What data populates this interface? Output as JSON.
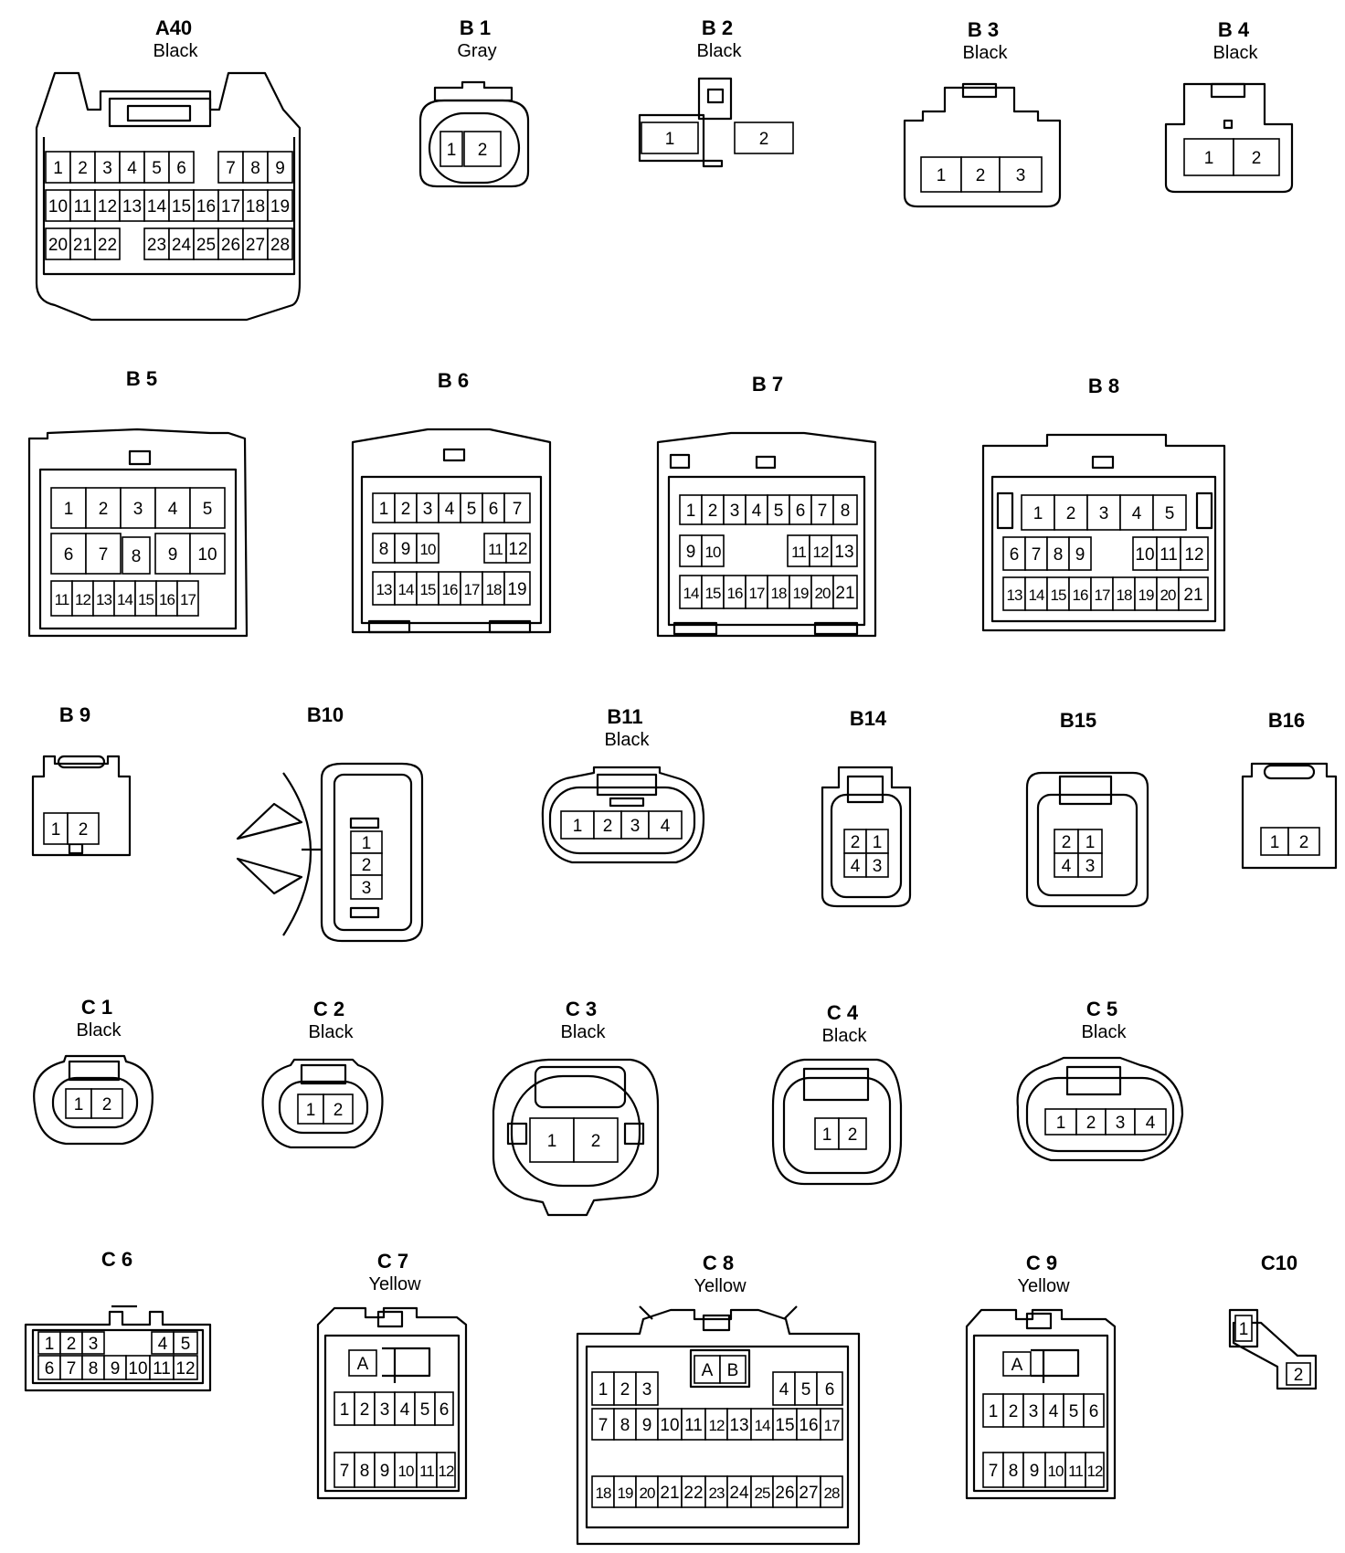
{
  "colors": {
    "line": "#000000",
    "background": "#ffffff"
  },
  "connectors": [
    {
      "id": "A40",
      "color": "Black",
      "rows": [
        [
          "1",
          "2",
          "3",
          "4",
          "5",
          "6",
          "",
          "7",
          "8",
          "9"
        ],
        [
          "10",
          "11",
          "12",
          "13",
          "14",
          "15",
          "16",
          "17",
          "18",
          "19"
        ],
        [
          "20",
          "21",
          "22",
          "",
          "23",
          "24",
          "25",
          "26",
          "27",
          "28"
        ]
      ]
    },
    {
      "id": "B 1",
      "color": "Gray",
      "rows": [
        [
          "1",
          "2"
        ]
      ]
    },
    {
      "id": "B 2",
      "color": "Black",
      "rows": [
        [
          "1",
          "2"
        ]
      ]
    },
    {
      "id": "B 3",
      "color": "Black",
      "rows": [
        [
          "1",
          "2",
          "3"
        ]
      ]
    },
    {
      "id": "B 4",
      "color": "Black",
      "rows": [
        [
          "1",
          "2"
        ]
      ]
    },
    {
      "id": "B 5",
      "color": "",
      "rows": [
        [
          "1",
          "2",
          "3",
          "4",
          "5"
        ],
        [
          "6",
          "7",
          "",
          "8",
          "9"
        ],
        [
          "10",
          "11",
          "12",
          "13",
          "14",
          "15",
          "16",
          "17"
        ]
      ]
    },
    {
      "id": "B 6",
      "color": "",
      "rows": [
        [
          "1",
          "2",
          "3",
          "4",
          "5",
          "6",
          "7"
        ],
        [
          "8",
          "9",
          "10",
          "",
          "11",
          "12"
        ],
        [
          "13",
          "14",
          "15",
          "16",
          "17",
          "18",
          "19"
        ]
      ]
    },
    {
      "id": "B 7",
      "color": "",
      "rows": [
        [
          "1",
          "2",
          "3",
          "4",
          "5",
          "6",
          "7",
          "8"
        ],
        [
          "9",
          "10",
          "",
          "11",
          "12",
          "13"
        ],
        [
          "14",
          "15",
          "16",
          "17",
          "18",
          "19",
          "20",
          "21"
        ]
      ]
    },
    {
      "id": "B 8",
      "color": "",
      "rows": [
        [
          "1",
          "2",
          "3",
          "4",
          "5"
        ],
        [
          "6",
          "7",
          "8",
          "9",
          "",
          "10",
          "11",
          "12"
        ],
        [
          "13",
          "14",
          "15",
          "16",
          "17",
          "18",
          "19",
          "20",
          "21"
        ]
      ]
    },
    {
      "id": "B 9",
      "color": "",
      "rows": [
        [
          "1",
          "2"
        ]
      ]
    },
    {
      "id": "B10",
      "color": "",
      "rows": [
        [
          "1"
        ],
        [
          "2"
        ],
        [
          "3"
        ]
      ]
    },
    {
      "id": "B11",
      "color": "Black",
      "rows": [
        [
          "1",
          "2",
          "3",
          "4"
        ]
      ]
    },
    {
      "id": "B14",
      "color": "",
      "rows": [
        [
          "2",
          "1"
        ],
        [
          "4",
          "3"
        ]
      ]
    },
    {
      "id": "B15",
      "color": "",
      "rows": [
        [
          "2",
          "1"
        ],
        [
          "4",
          "3"
        ]
      ]
    },
    {
      "id": "B16",
      "color": "",
      "rows": [
        [
          "1",
          "2"
        ]
      ]
    },
    {
      "id": "C 1",
      "color": "Black",
      "rows": [
        [
          "1",
          "2"
        ]
      ]
    },
    {
      "id": "C 2",
      "color": "Black",
      "rows": [
        [
          "1",
          "2"
        ]
      ]
    },
    {
      "id": "C 3",
      "color": "Black",
      "rows": [
        [
          "1",
          "2"
        ]
      ]
    },
    {
      "id": "C 4",
      "color": "Black",
      "rows": [
        [
          "1",
          "2"
        ]
      ]
    },
    {
      "id": "C 5",
      "color": "Black",
      "rows": [
        [
          "1",
          "2",
          "3",
          "4"
        ]
      ]
    },
    {
      "id": "C 6",
      "color": "",
      "rows": [
        [
          "1",
          "2",
          "3",
          "",
          "4",
          "5"
        ],
        [
          "6",
          "7",
          "8",
          "9",
          "10",
          "11",
          "12"
        ]
      ]
    },
    {
      "id": "C 7",
      "color": "Yellow",
      "rows": [
        [
          "A"
        ],
        [
          "1",
          "2",
          "3",
          "4",
          "5",
          "6"
        ],
        [
          "7",
          "8",
          "9",
          "10",
          "11",
          "12"
        ]
      ]
    },
    {
      "id": "C 8",
      "color": "Yellow",
      "rows": [
        [
          "A",
          "B"
        ],
        [
          "1",
          "2",
          "3",
          "",
          "4",
          "5",
          "6"
        ],
        [
          "7",
          "8",
          "9",
          "10",
          "11",
          "12",
          "13",
          "14",
          "15",
          "16",
          "17"
        ],
        [
          "18",
          "19",
          "20",
          "21",
          "22",
          "23",
          "24",
          "25",
          "26",
          "27",
          "28"
        ]
      ]
    },
    {
      "id": "C 9",
      "color": "Yellow",
      "rows": [
        [
          "A"
        ],
        [
          "1",
          "2",
          "3",
          "4",
          "5",
          "6"
        ],
        [
          "7",
          "8",
          "9",
          "10",
          "11",
          "12"
        ]
      ]
    },
    {
      "id": "C10",
      "color": "",
      "rows": [
        [
          "1"
        ],
        [
          "2"
        ]
      ]
    }
  ]
}
